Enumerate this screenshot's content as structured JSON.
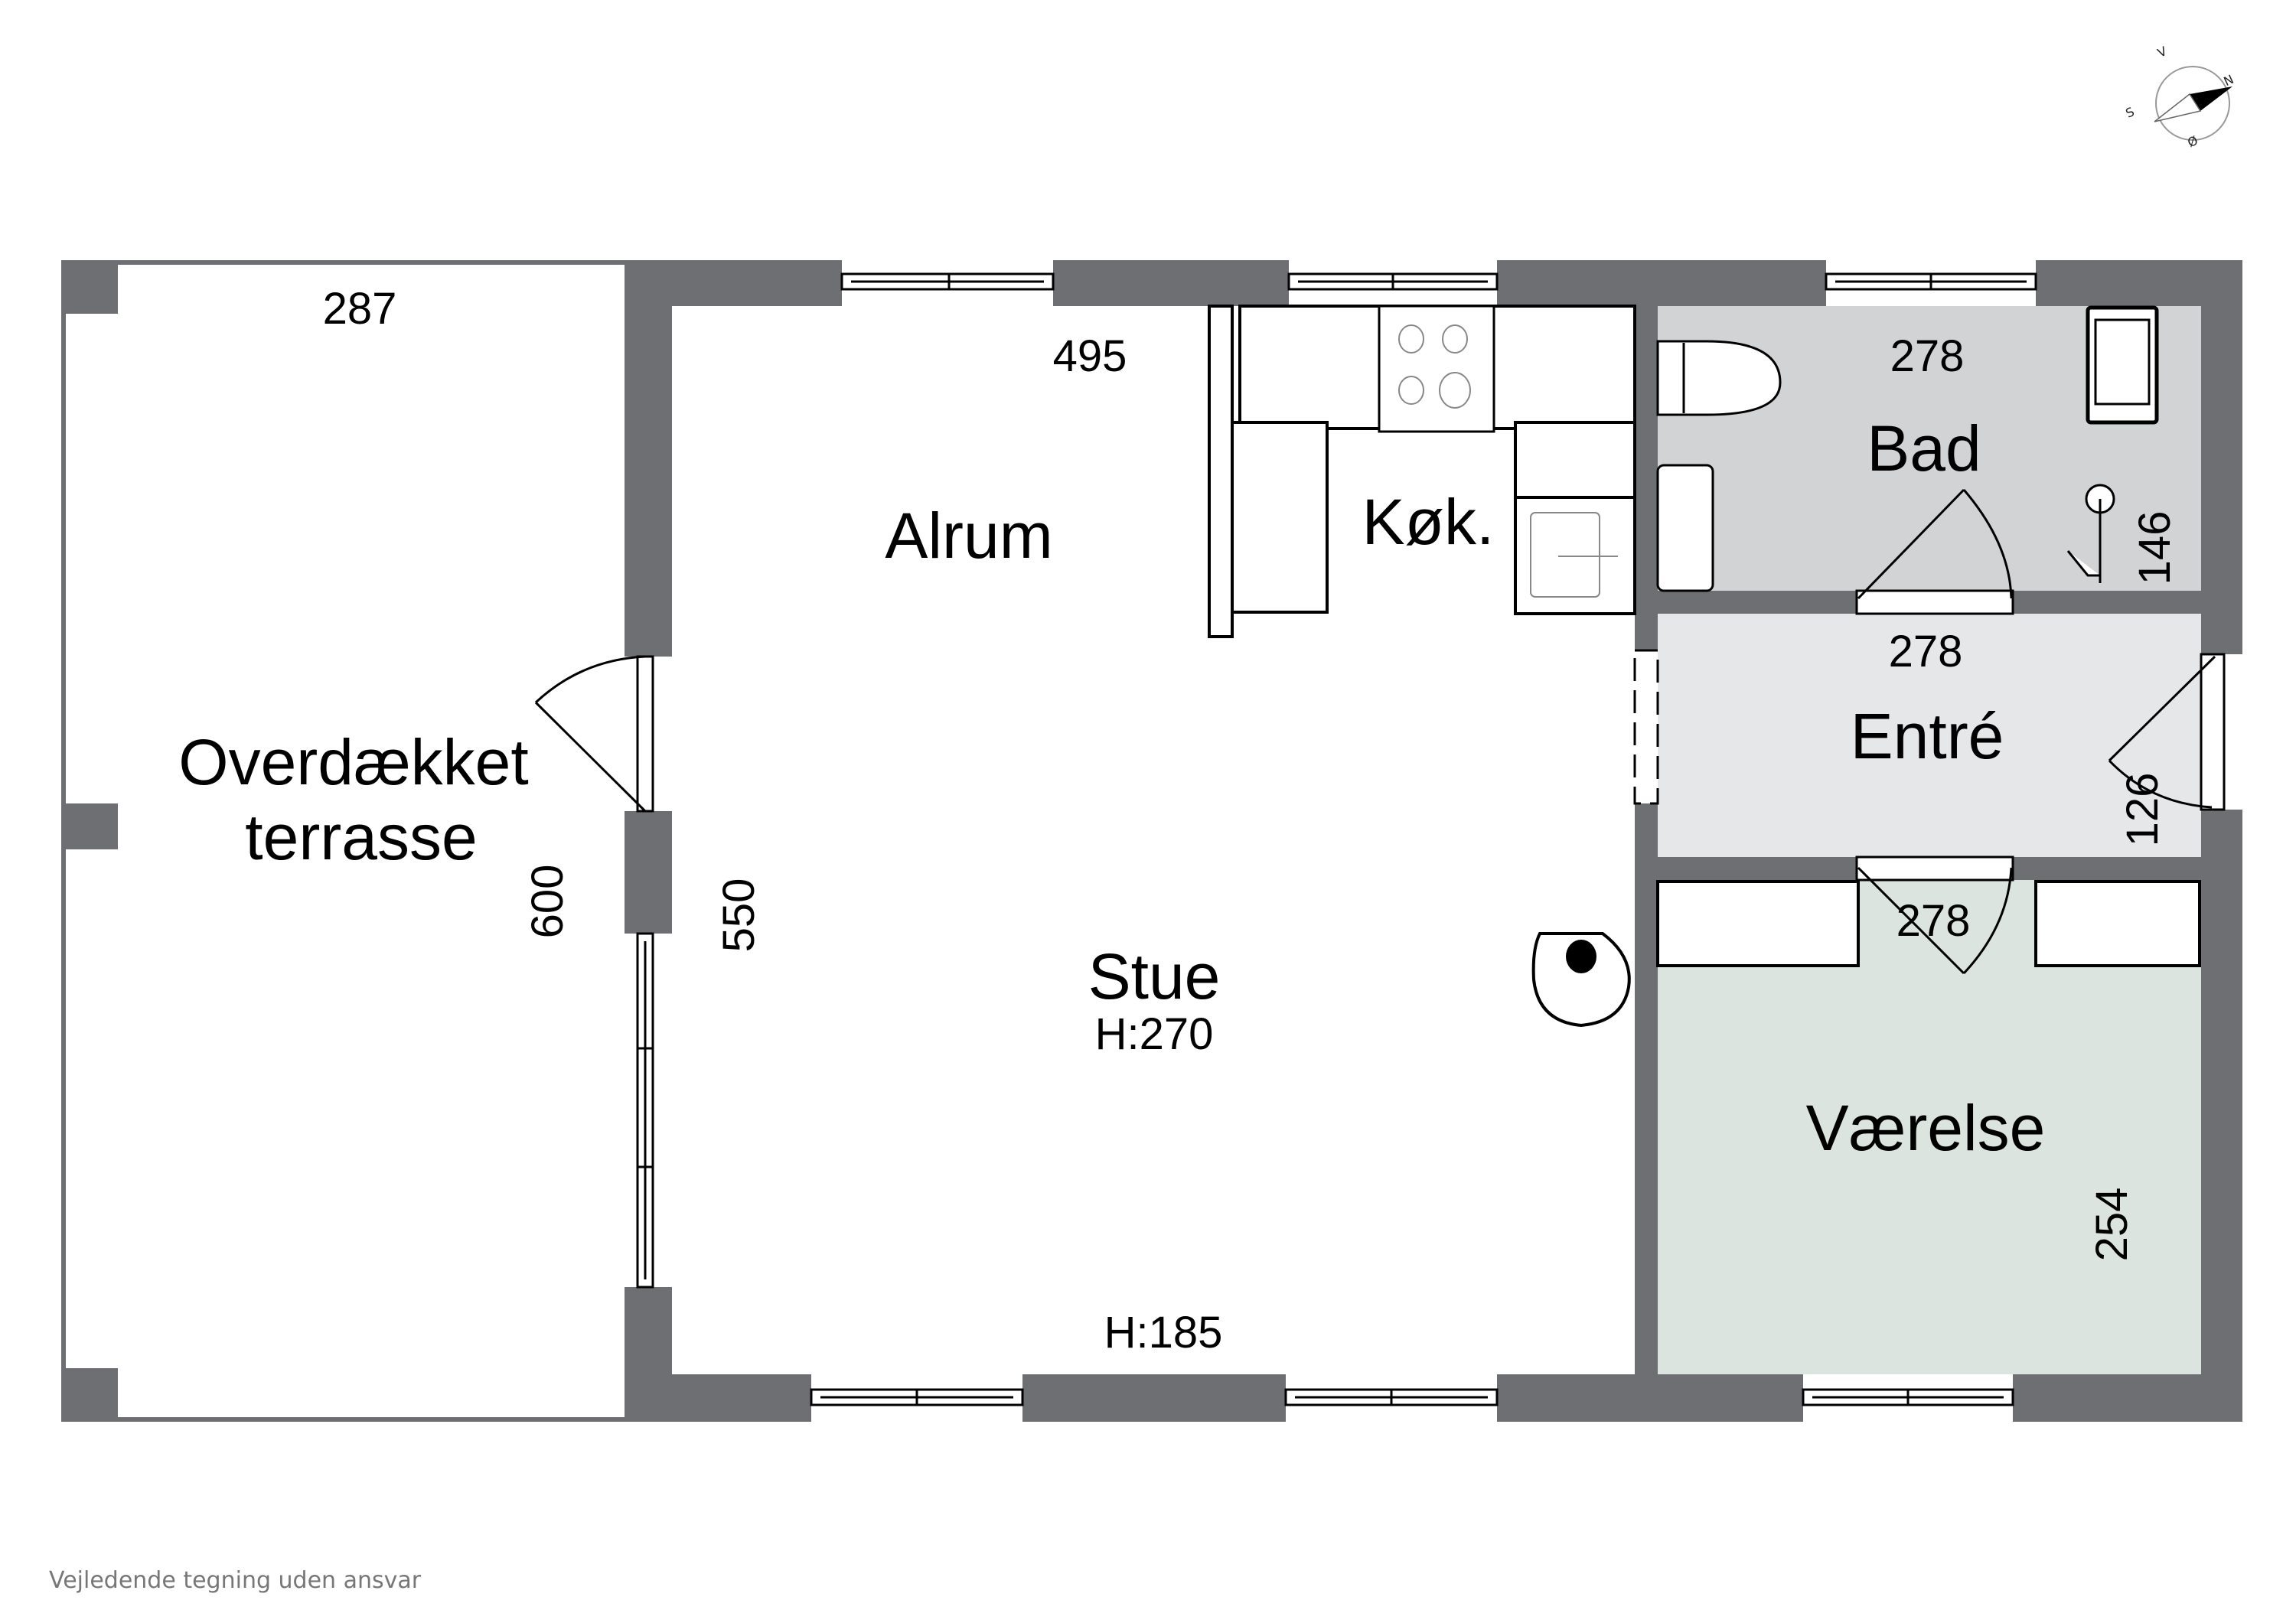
{
  "colors": {
    "wall": "#6e6f73",
    "bad_fill": "#d2d3d5",
    "entre_fill": "#e6e7e8",
    "vaerelse_fill": "#dbe4df",
    "background": "#ffffff"
  },
  "compass": {
    "letters": {
      "north": "N",
      "south": "S",
      "east": "Ø",
      "west": "V"
    },
    "icon": "compass-icon"
  },
  "rooms": {
    "terrasse": {
      "name": "Overdækket\nterrasse",
      "name_line1": "Overdækket",
      "name_line2": "terrasse",
      "width": "287",
      "length": "600"
    },
    "alrum": {
      "name": "Alrum",
      "width": "495"
    },
    "kokken": {
      "name": "Køk."
    },
    "stue": {
      "name": "Stue",
      "ceiling_height": "H:270",
      "window_height": "H:185",
      "length": "550"
    },
    "bad": {
      "name": "Bad",
      "width": "278",
      "length": "146"
    },
    "entre": {
      "name": "Entré",
      "width": "278",
      "length": "126"
    },
    "vaerelse": {
      "name": "Værelse",
      "width": "278",
      "length": "254"
    }
  },
  "fixtures": [
    "stove-icon",
    "kitchen-sink-icon",
    "toilet-icon",
    "washbasin-icon",
    "washing-machine-icon",
    "shower-icon",
    "wood-stove-icon",
    "wardrobe-icon"
  ],
  "footer": {
    "disclaimer": "Vejledende tegning uden ansvar"
  }
}
